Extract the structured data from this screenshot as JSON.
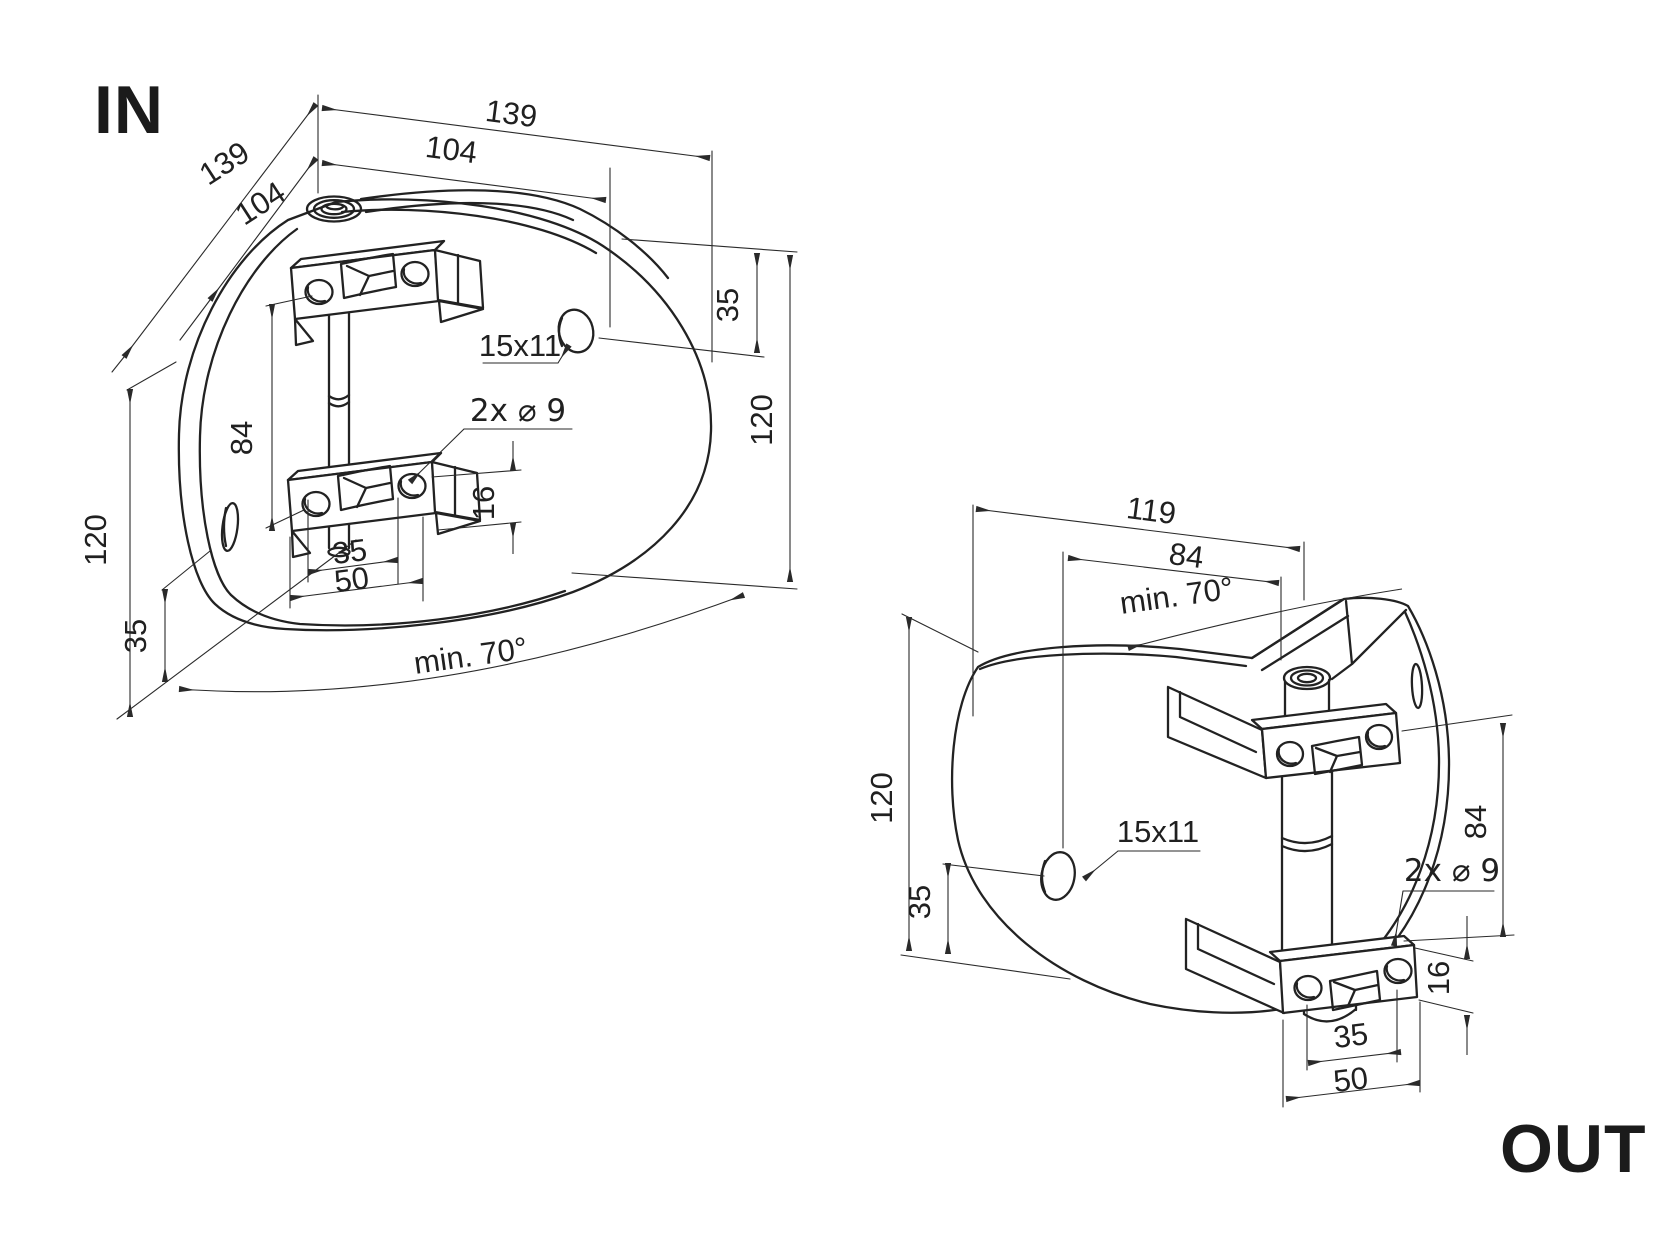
{
  "page": {
    "background_color": "#ffffff",
    "line_color": "#222222",
    "text_color": "#202020"
  },
  "in_view": {
    "label": "IN",
    "dims": {
      "depth_total": "139",
      "depth_to_pivot": "104",
      "width_total": "139",
      "width_to_slot": "104",
      "top_to_slot": "35",
      "height_right": "120",
      "height_left": "120",
      "plate_to_base": "35",
      "hole_pitch": "84",
      "clamp_thickness": "16",
      "hole_spacing": "35",
      "clamp_width": "50",
      "slot_size": "15x11",
      "holes_note": "2x ⌀ 9",
      "angle_note": "min. 70°"
    }
  },
  "out_view": {
    "label": "OUT",
    "dims": {
      "width_total": "119",
      "slot_to_pivot": "84",
      "angle_note": "min. 70°",
      "height_left": "120",
      "bottom_to_slot": "35",
      "slot_size": "15x11",
      "hole_pitch": "84",
      "holes_note": "2x ⌀ 9",
      "clamp_thickness": "16",
      "hole_spacing": "35",
      "clamp_width": "50"
    }
  }
}
